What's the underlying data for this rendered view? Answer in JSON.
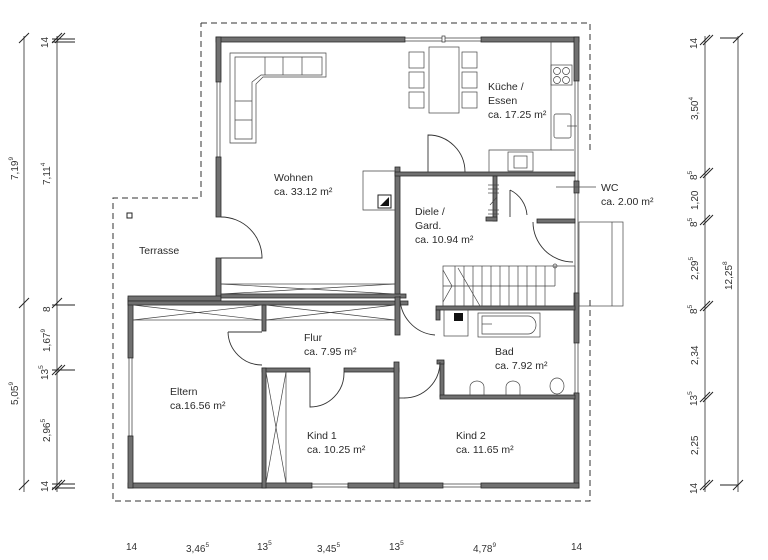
{
  "plan": {
    "type": "floor-plan",
    "unit": "m"
  },
  "rooms": [
    {
      "id": "kueche",
      "name_line1": "Küche /",
      "name_line2": "Essen",
      "area": "ca. 17.25 m²"
    },
    {
      "id": "wohnen",
      "name_line1": "Wohnen",
      "area": "ca. 33.12 m²"
    },
    {
      "id": "terrasse",
      "name_line1": "Terrasse"
    },
    {
      "id": "diele",
      "name_line1": "Diele /",
      "name_line2": "Gard.",
      "area": "ca. 10.94 m²"
    },
    {
      "id": "wc",
      "name_line1": "WC",
      "area": "ca. 2.00 m²"
    },
    {
      "id": "flur",
      "name_line1": "Flur",
      "area": "ca. 7.95 m²"
    },
    {
      "id": "bad",
      "name_line1": "Bad",
      "area": "ca. 7.92 m²"
    },
    {
      "id": "eltern",
      "name_line1": "Eltern",
      "area": "ca.16.56 m²"
    },
    {
      "id": "kind1",
      "name_line1": "Kind 1",
      "area": "ca. 10.25 m²"
    },
    {
      "id": "kind2",
      "name_line1": "Kind 2",
      "area": "ca. 11.65 m²"
    }
  ],
  "dimensions": {
    "left_outer": [
      {
        "base": "7,19",
        "sup": "9"
      },
      {
        "base": "5,05",
        "sup": "9"
      }
    ],
    "left_inner": [
      {
        "base": "14",
        "sup": ""
      },
      {
        "base": "7,11",
        "sup": "4"
      },
      {
        "base": "8",
        "sup": ""
      },
      {
        "base": "1,67",
        "sup": "9"
      },
      {
        "base": "13",
        "sup": "5"
      },
      {
        "base": "2,96",
        "sup": "5"
      },
      {
        "base": "14",
        "sup": ""
      }
    ],
    "right_inner": [
      {
        "base": "14",
        "sup": ""
      },
      {
        "base": "3,50",
        "sup": "4"
      },
      {
        "base": "8",
        "sup": "5"
      },
      {
        "base": "1,20",
        "sup": ""
      },
      {
        "base": "8",
        "sup": "5"
      },
      {
        "base": "2,29",
        "sup": "5"
      },
      {
        "base": "8",
        "sup": "5"
      },
      {
        "base": "2,34",
        "sup": ""
      },
      {
        "base": "13",
        "sup": "5"
      },
      {
        "base": "2,25",
        "sup": ""
      },
      {
        "base": "14",
        "sup": ""
      }
    ],
    "right_outer": [
      {
        "base": "12,25",
        "sup": "8"
      }
    ],
    "bottom": [
      {
        "base": "14",
        "sup": ""
      },
      {
        "base": "3,46",
        "sup": "5"
      },
      {
        "base": "13",
        "sup": "5"
      },
      {
        "base": "3,45",
        "sup": "5"
      },
      {
        "base": "13",
        "sup": "5"
      },
      {
        "base": "4,78",
        "sup": "9"
      },
      {
        "base": "14",
        "sup": ""
      }
    ]
  },
  "colors": {
    "wall_fill": "#6b6b6b",
    "wall_edge": "#2a2a2a",
    "line": "#333333",
    "dim_line": "#555555"
  }
}
